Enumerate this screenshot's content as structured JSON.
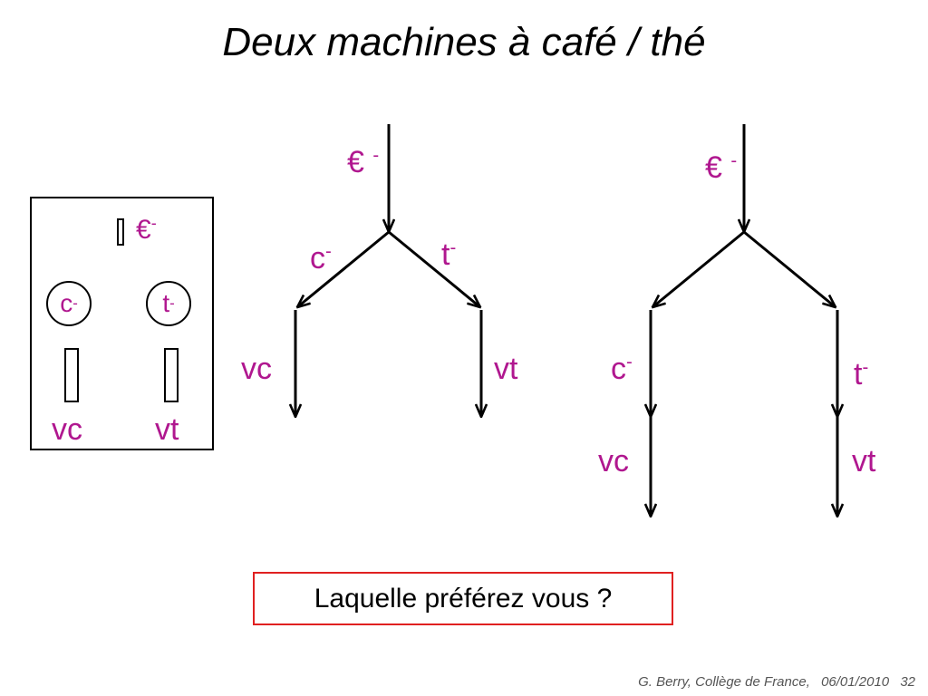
{
  "slide": {
    "title": "Deux machines à café / thé",
    "question": "Laquelle préférez vous ?",
    "footer": {
      "author": "G. Berry, Collège de France,",
      "date": "06/01/2010",
      "page": "32"
    },
    "colors": {
      "label": "#b0178f",
      "frame": "#e02020",
      "line": "#000000"
    }
  },
  "machine": {
    "coin": {
      "symbol": "€",
      "sup": "-"
    },
    "coffee_button": {
      "symbol": "c",
      "sup": "-"
    },
    "tea_button": {
      "symbol": "t",
      "sup": "-"
    },
    "coffee_cup": "vc",
    "tea_cup": "vt"
  },
  "diagram_left": {
    "coin": {
      "symbol": "€ ",
      "sup": "-"
    },
    "coffee": {
      "symbol": "c",
      "sup": "-"
    },
    "tea": {
      "symbol": "t",
      "sup": "-"
    },
    "coffee_out": "vc",
    "tea_out": "vt"
  },
  "diagram_right": {
    "coin": {
      "symbol": "€ ",
      "sup": "-"
    },
    "coffee": {
      "symbol": "c",
      "sup": "-"
    },
    "tea": {
      "symbol": "t",
      "sup": "-"
    },
    "coffee_out": "vc",
    "tea_out": "vt"
  }
}
